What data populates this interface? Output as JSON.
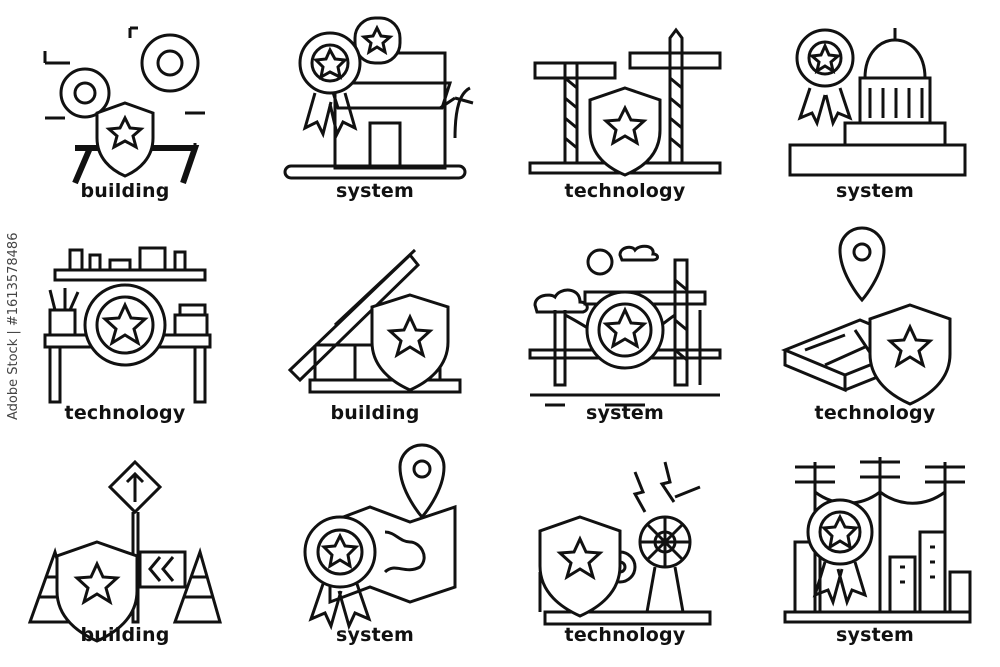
{
  "icons": [
    {
      "label": "building",
      "icon": "gears-shield-icon"
    },
    {
      "label": "system",
      "icon": "shop-badge-icon"
    },
    {
      "label": "technology",
      "icon": "cranes-shield-icon"
    },
    {
      "label": "system",
      "icon": "capitol-badge-icon"
    },
    {
      "label": "technology",
      "icon": "desk-badge-icon"
    },
    {
      "label": "building",
      "icon": "roof-frame-shield-icon"
    },
    {
      "label": "system",
      "icon": "bridge-crane-badge-icon"
    },
    {
      "label": "technology",
      "icon": "map-pin-shield-icon"
    },
    {
      "label": "building",
      "icon": "road-sign-shield-icon"
    },
    {
      "label": "system",
      "icon": "world-map-badge-icon"
    },
    {
      "label": "technology",
      "icon": "turbine-shield-icon"
    },
    {
      "label": "system",
      "icon": "power-lines-badge-icon"
    }
  ],
  "stock_id": "Adobe Stock | #1613578486",
  "colors": {
    "stroke": "#111111",
    "background": "#ffffff"
  }
}
